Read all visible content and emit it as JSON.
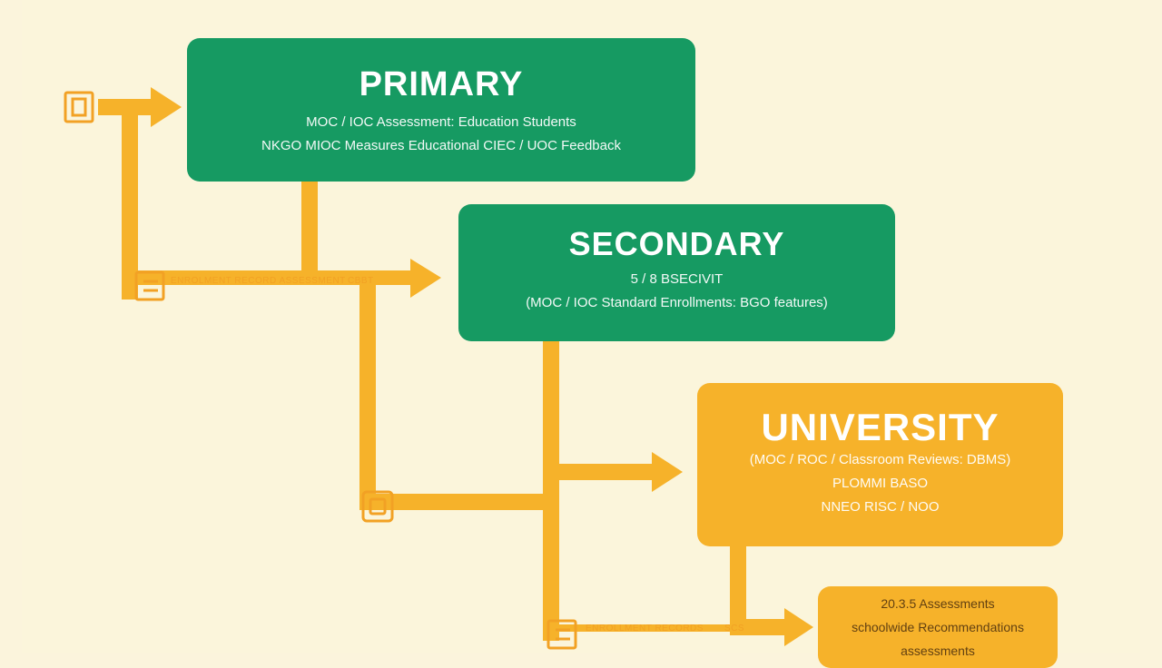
{
  "colors": {
    "green": "#169a62",
    "orange": "#f6b22a",
    "background": "#fbf5db"
  },
  "boxes": {
    "primary": {
      "title": "PRIMARY",
      "lines": [
        "MOC / IOC Assessment: Education Students",
        "NKGO MIOC Measures Educational CIEC / UOC Feedback"
      ]
    },
    "secondary": {
      "title": "SECONDARY",
      "lines": [
        "5 / 8 BSECIVIT",
        "(MOC / IOC Standard Enrollments: BGO features)"
      ]
    },
    "university": {
      "title": "UNIVERSITY",
      "lines": [
        "(MOC / ROC / Classroom Reviews: DBMS)",
        "PLOMMI BASO",
        "NNEO RISC / NOO"
      ]
    },
    "extra": {
      "lines": [
        "20.3.5 Assessments",
        "schoolwide Recommendations",
        "assessments"
      ]
    }
  },
  "connector_labels": {
    "a": "ENROLMENT RECORD ASSESSMENT",
    "b": "CBBT",
    "c": "ENROLLMENT RECORDS",
    "d": "SCS"
  },
  "icons": [
    "document-icon",
    "document-icon",
    "document-icon",
    "document-icon"
  ]
}
